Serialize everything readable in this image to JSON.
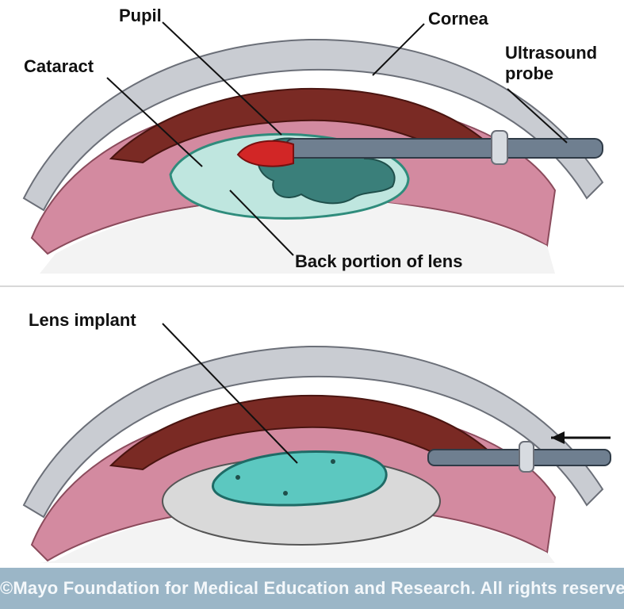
{
  "top_panel": {
    "labels": {
      "pupil": "Pupil",
      "cornea": "Cornea",
      "cataract": "Cataract",
      "ultrasound_probe_line1": "Ultrasound",
      "ultrasound_probe_line2": "probe",
      "back_portion_of_lens": "Back portion of lens"
    }
  },
  "bottom_panel": {
    "labels": {
      "lens_implant": "Lens implant"
    }
  },
  "footer": {
    "copyright": "©Mayo Foundation for Medical Education and Research.  All rights reserved."
  },
  "colors": {
    "cornea": "#c9ccd2",
    "iris": "#7a2a24",
    "sclera_pink": "#d38aa0",
    "lens_fill": "#bfe6df",
    "lens_edge": "#2f8c7c",
    "cataract": "#3a7f7a",
    "probe": "#6f7f90",
    "probe_tip": "#d22626",
    "implant": "#5cc8c0",
    "footer_bg": "#9bb6c7"
  }
}
